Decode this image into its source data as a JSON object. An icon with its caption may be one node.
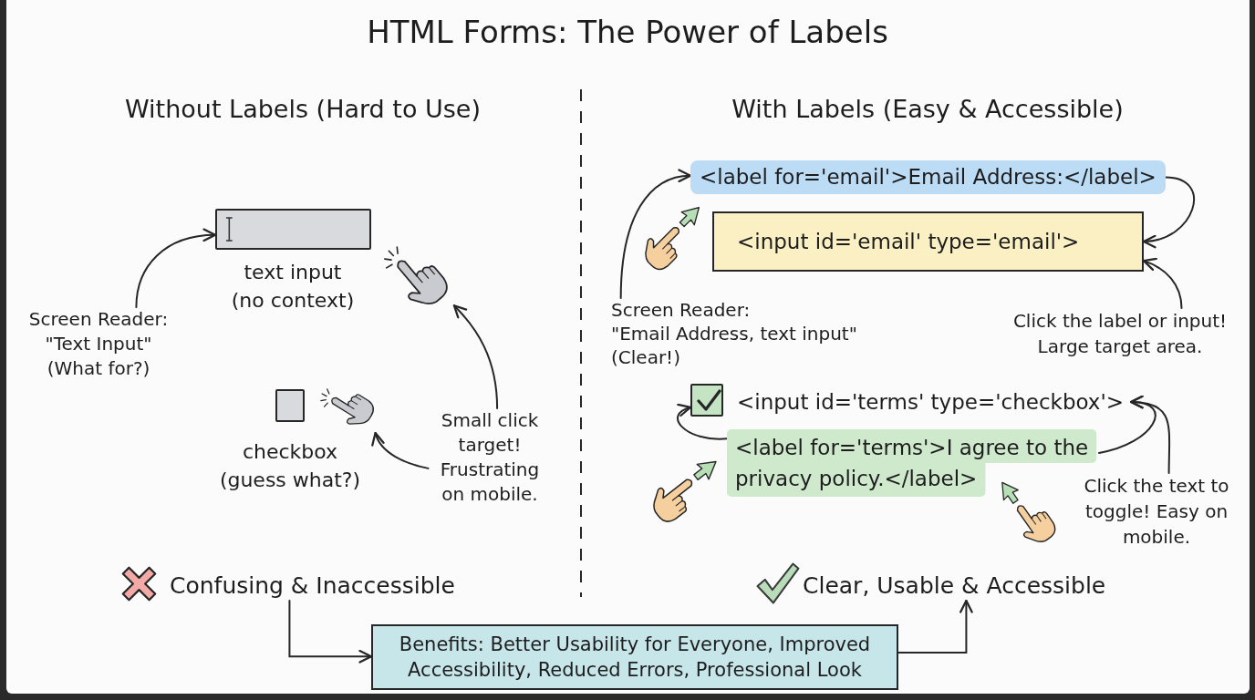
{
  "diagram": {
    "title": "HTML Forms: The Power of Labels",
    "nodes": [
      {
        "text": [],
        "shape": "box",
        "beside": [
          "text input (no context)"
        ]
      },
      {
        "text": [
          "Screen Reader:",
          "\"Text Input\" (What for?)"
        ]
      },
      {
        "text": [],
        "shape": "hand"
      },
      {
        "text": [],
        "shape": "box",
        "beside": [
          "checkbox (guess what?)"
        ]
      },
      {
        "text": [],
        "shape": "hand"
      },
      {
        "text": [
          "Small click target! Frustrating on mobile."
        ]
      },
      {
        "text": [
          "Confusing & Inaccessible"
        ]
      },
      {
        "text": [
          "<label for='email'>Email Address:</label>"
        ]
      },
      {
        "text": [
          "<input id='email' type='email'>"
        ]
      },
      {
        "text": [
          "Screen Reader:",
          "\"Email Address, text input\" (Clear!)"
        ]
      },
      {
        "text": [
          "Click the label or input! Large target area."
        ]
      },
      {
        "text": [],
        "shape": "box"
      },
      {
        "text": [
          "<input id='terms' type='checkbox'>"
        ]
      },
      {
        "text": [
          "<label for='terms'>I agree to the privacy policy.</label>"
        ]
      },
      {
        "text": [
          "Click the text to toggle! Easy on mobile."
        ]
      },
      {
        "text": [
          "Clear, Usable & Accessible"
        ]
      },
      {
        "text": [
          "Benefits: Better Usability for Everyone, Improved Accessibility, Reduced Errors, Professional Look"
        ]
      }
    ],
    "edges": [
      {
        "from": 1,
        "to": 0,
        "arrow": "to"
      },
      {
        "from": 5,
        "to": 2,
        "arrow": "to"
      },
      {
        "from": 5,
        "to": 4,
        "arrow": "to"
      },
      {
        "from": 6,
        "to": 16,
        "arrow": "to"
      },
      {
        "from": 9,
        "to": 7,
        "arrow": "to"
      },
      {
        "from": 7,
        "to": 8,
        "arrow": "to"
      },
      {
        "from": 10,
        "to": 8,
        "arrow": "to"
      },
      {
        "from": 13,
        "to": 11,
        "arrow": "to"
      },
      {
        "from": 13,
        "to": 12,
        "arrow": "to"
      },
      {
        "from": 14,
        "to": 12,
        "arrow": "to"
      },
      {
        "from": 16,
        "to": 15,
        "arrow": "to"
      }
    ],
    "labels": [
      "Without Labels (Hard to Use)",
      "With Labels (Easy & Accessible)"
    ]
  }
}
